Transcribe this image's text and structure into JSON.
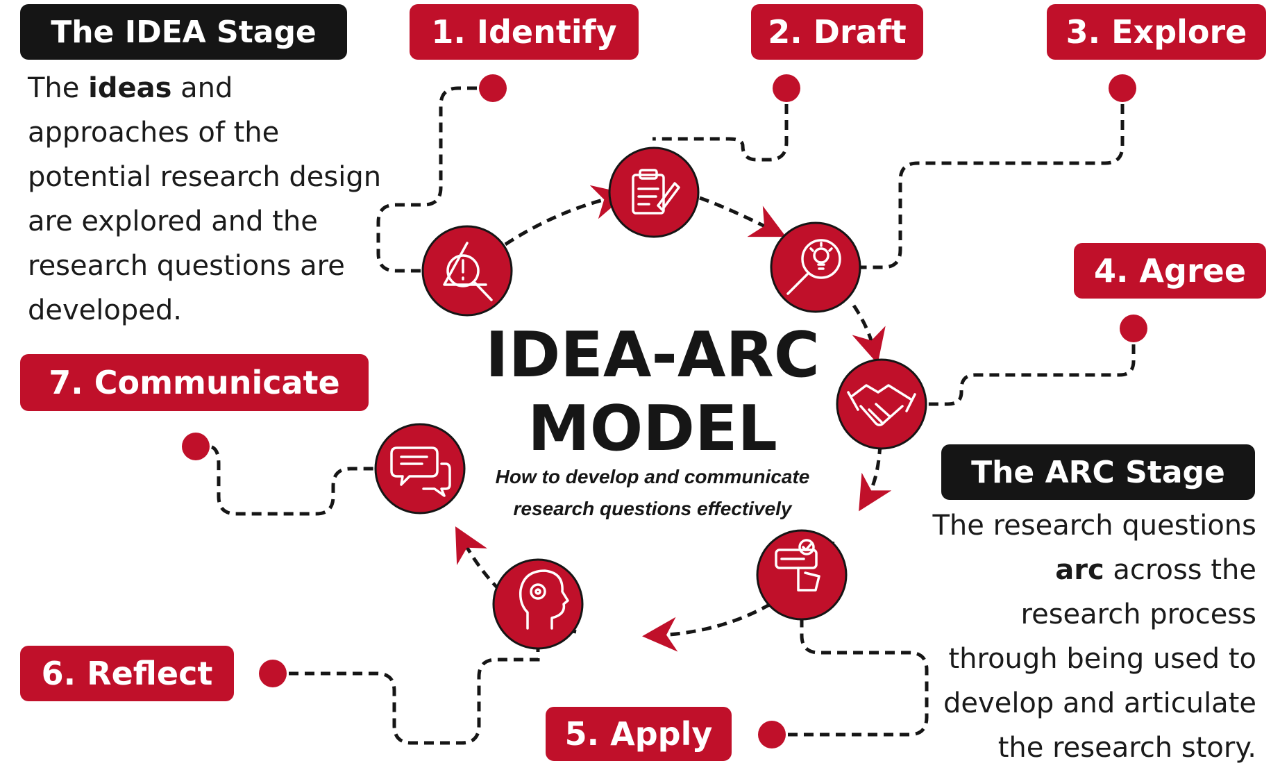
{
  "title_line1": "IDEA-ARC",
  "title_line2": "MODEL",
  "subtitle_line1": "How to develop and communicate",
  "subtitle_line2": "research questions effectively",
  "idea_stage": {
    "heading": "The IDEA Stage",
    "text_pre": "The ",
    "text_bold": "ideas",
    "text_post": " and approaches of the potential research design are explored and the research questions are developed."
  },
  "arc_stage": {
    "heading": "The ARC Stage",
    "text_pre": "The research questions ",
    "text_bold": "arc",
    "text_post": " across the research process through being used to develop and articulate the research story."
  },
  "steps": [
    {
      "label": "1. Identify",
      "icon": "warning-magnifier-icon"
    },
    {
      "label": "2. Draft",
      "icon": "clipboard-pen-icon"
    },
    {
      "label": "3. Explore",
      "icon": "lightbulb-magnifier-icon"
    },
    {
      "label": "4. Agree",
      "icon": "handshake-icon"
    },
    {
      "label": "5. Apply",
      "icon": "checklist-pointer-icon"
    },
    {
      "label": "6. Reflect",
      "icon": "head-gear-icon"
    },
    {
      "label": "7. Communicate",
      "icon": "chat-bubbles-icon"
    }
  ],
  "colors": {
    "accent": "#c0102a",
    "dark": "#151515"
  }
}
